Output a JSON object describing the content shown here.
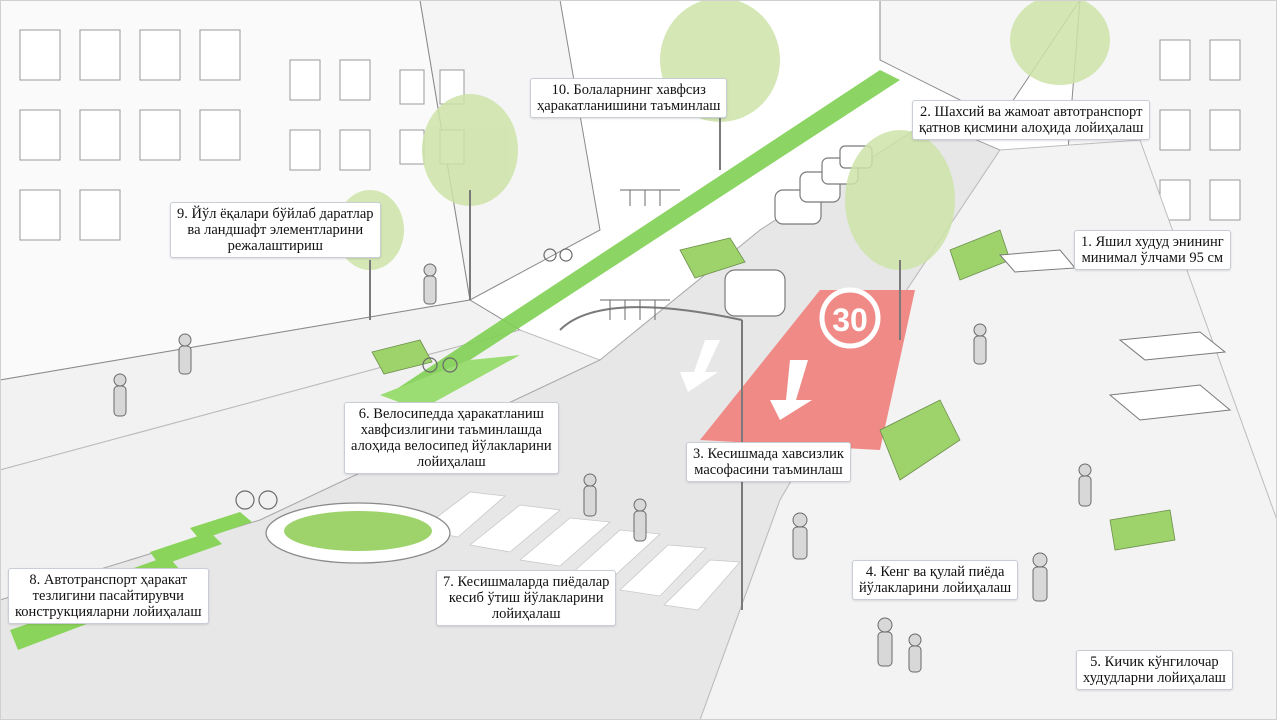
{
  "diagram": {
    "colors": {
      "bike_lane": "#7fcf52",
      "bus_lane": "#f08a86",
      "tree": "#cde3a8",
      "planter": "#9ed36b",
      "road": "#e7e7e7",
      "line": "#7a7a7a",
      "crosswalk_accent": "#8bd45b"
    },
    "road_markings": {
      "speed_limit": "30"
    },
    "callouts": [
      {
        "id": "1",
        "lines": [
          "1. Яшил худуд энининг",
          "минимал ўлчами 95 см"
        ]
      },
      {
        "id": "2",
        "lines": [
          "2. Шахсий ва жамоат автотранспорт",
          "қатнов қисмини алоҳида лойиҳалаш"
        ]
      },
      {
        "id": "3",
        "lines": [
          "3. Кесишмада хавсизлик",
          "масофасини таъминлаш"
        ]
      },
      {
        "id": "4",
        "lines": [
          "4. Кенг ва қулай пиёда",
          "йўлакларини лойиҳалаш"
        ]
      },
      {
        "id": "5",
        "lines": [
          "5. Кичик кўнгилочар",
          "худудларни лойиҳалаш"
        ]
      },
      {
        "id": "6",
        "lines": [
          "6. Велосипедда ҳаракатланиш",
          "хавфсизлигини таъминлашда",
          "алоҳида велосипед йўлакларини",
          "лойиҳалаш"
        ]
      },
      {
        "id": "7",
        "lines": [
          "7. Кесишмаларда пиёдалар",
          "кесиб ўтиш йўлакларини",
          "лойиҳалаш"
        ]
      },
      {
        "id": "8",
        "lines": [
          "8. Автотранспорт ҳаракат",
          "тезлигини пасайтирувчи",
          "конструкцияларни лойиҳалаш"
        ]
      },
      {
        "id": "9",
        "lines": [
          "9. Йўл ёқалари бўйлаб даратлар",
          "ва ландшафт элементларини",
          "режалаштириш"
        ]
      },
      {
        "id": "10",
        "lines": [
          "10. Болаларнинг хавфсиз",
          "ҳаракатланишини таъминлаш"
        ]
      }
    ]
  }
}
